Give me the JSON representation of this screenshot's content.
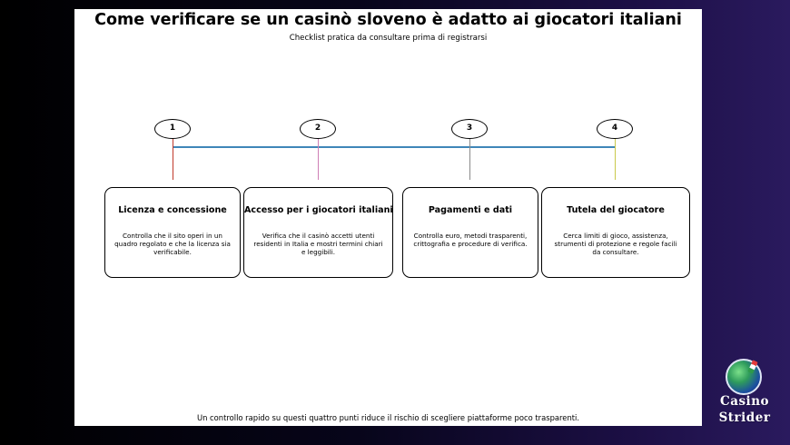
{
  "title": "Come verificare se un casinò sloveno è adatto ai giocatori italiani",
  "subtitle": "Checklist pratica da consultare prima di registrarsi",
  "steps": [
    {
      "number": "1",
      "title": "Licenza e concessione",
      "description": "Controlla che il sito operi in un quadro regolato e che la licenza sia verificabile.",
      "color": "#c0392b"
    },
    {
      "number": "2",
      "title": "Accesso per i giocatori italiani",
      "description": "Verifica che il casinò accetti utenti residenti in Italia e mostri termini chiari e leggibili.",
      "color": "#cf7fb5"
    },
    {
      "number": "3",
      "title": "Pagamenti e dati",
      "description": "Controlla euro, metodi trasparenti, crittografia e procedure di verifica.",
      "color": "#8a8a8a"
    },
    {
      "number": "4",
      "title": "Tutela del giocatore",
      "description": "Cerca limiti di gioco, assistenza, strumenti di protezione e regole facili da consultare.",
      "color": "#c9c94a"
    }
  ],
  "footer": "Un controllo rapido su questi quattro punti riduce il rischio di scegliere piattaforme poco trasparenti.",
  "logo": {
    "line1": "Casino",
    "line2": "Strider",
    "icon": "globe-icon"
  },
  "timeline_color": "#3f86b8"
}
